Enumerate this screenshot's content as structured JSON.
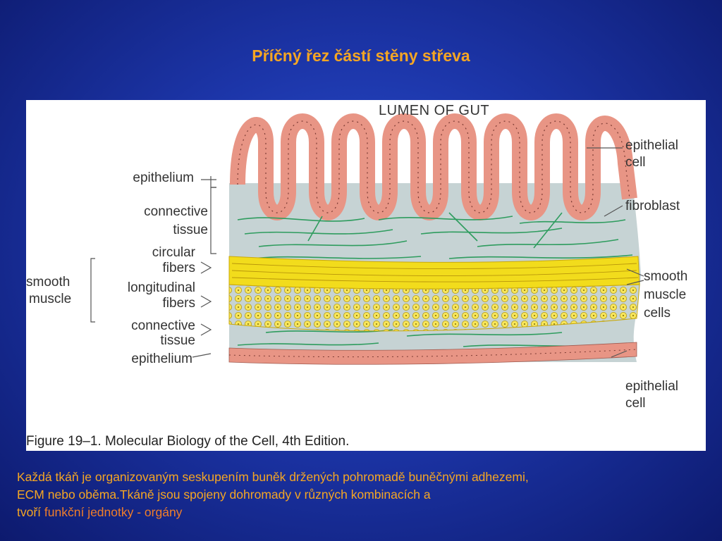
{
  "title": "Příčný řez částí stěny střeva",
  "figure": {
    "lumen_label": "LUMEN OF GUT",
    "left_labels": {
      "epithelium_top": "epithelium",
      "connective_tissue_top_1": "connective",
      "connective_tissue_top_2": "tissue",
      "circular_fibers_1": "circular",
      "circular_fibers_2": "fibers",
      "smooth_muscle_1": "smooth",
      "smooth_muscle_2": "muscle",
      "longitudinal_fibers_1": "longitudinal",
      "longitudinal_fibers_2": "fibers",
      "connective_tissue_bottom_1": "connective",
      "connective_tissue_bottom_2": "tissue",
      "epithelium_bottom": "epithelium"
    },
    "right_labels": {
      "epithelial_cell_top_1": "epithelial",
      "epithelial_cell_top_2": "cell",
      "fibroblast": "fibroblast",
      "smooth_muscle_cells_1": "smooth",
      "smooth_muscle_cells_2": "muscle",
      "smooth_muscle_cells_3": "cells",
      "epithelial_cell_bottom_1": "epithelial",
      "epithelial_cell_bottom_2": "cell"
    },
    "caption": "Figure 19–1. Molecular Biology of the Cell, 4th Edition.",
    "colors": {
      "epithelium": "#e89585",
      "connective": "#c6d3d4",
      "fibers": "#2e9c5e",
      "muscle": "#f2dc1c"
    }
  },
  "body_text": {
    "line1": "Každá tkáň je organizovaným seskupením buněk držených pohromadě buněčnými adhezemi,",
    "line2": "ECM nebo oběma.Tkáně jsou spojeny dohromady v různých kombinacích a",
    "line3_start": "tvoří ",
    "line3_highlight": "funkční jednotky - orgány"
  }
}
